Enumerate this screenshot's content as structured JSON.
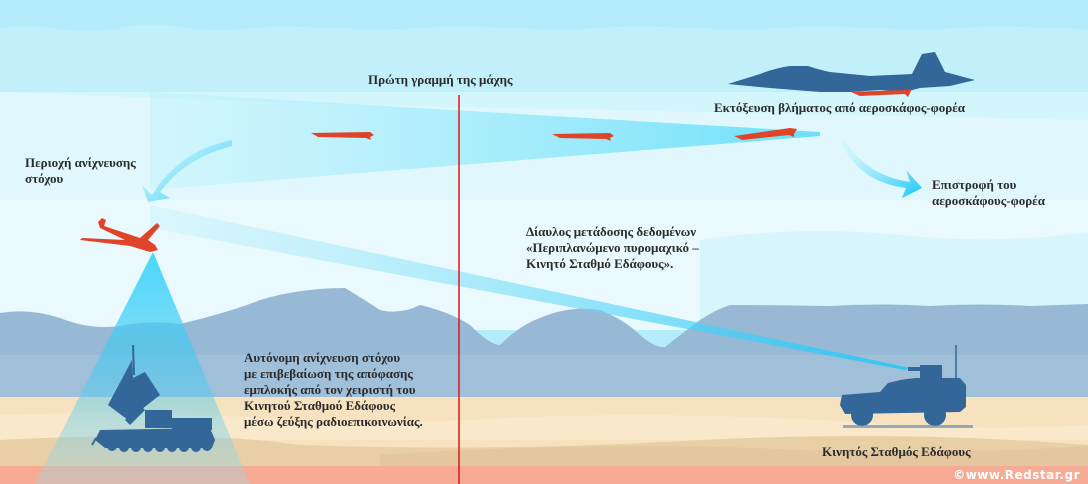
{
  "labels": {
    "front_line": "Πρώτη γραμμή της μάχης",
    "launch": "Εκτόξευση βλήματος από αεροσκάφος-φορέα",
    "return_line1": "Επιστροφή του",
    "return_line2": "αεροσκάφους-φορέα",
    "detection_area_line1": "Περιοχή ανίχνευσης",
    "detection_area_line2": "στόχου",
    "datalink_line1": "Δίαυλος μετάδοσης δεδομένων",
    "datalink_line2": "«Περιπλανώμενο πυρομαχικό –",
    "datalink_line3": "Κινητό Σταθμό Εδάφους».",
    "autonomous_line1": "Αυτόνομη ανίχνευση στόχου",
    "autonomous_line2": "με επιβεβαίωση της απόφασης",
    "autonomous_line3": "εμπλοκής από τον χειριστή του",
    "autonomous_line4": "Κινητού Σταθμού Εδάφους",
    "autonomous_line5": "μέσω ζεύξης ραδιοεπικοινωνίας.",
    "ground_station": "Κινητός Σταθμός Εδάφους",
    "copyright": "©www.Redstar.gr"
  },
  "colors": {
    "sky_top": "#b4ecfb",
    "sky_mid": "#c2f0fb",
    "sky_low": "#e8f9fd",
    "mountains": "#97b9d5",
    "sand": "#f7e2bf",
    "sand_dark": "#e9cfa6",
    "ground_red": "#f7ab94",
    "silhouette_blue": "#336699",
    "munition_red": "#e04428",
    "beam_cyan": "#3fd3f7",
    "front_line_red": "#e2141b"
  }
}
